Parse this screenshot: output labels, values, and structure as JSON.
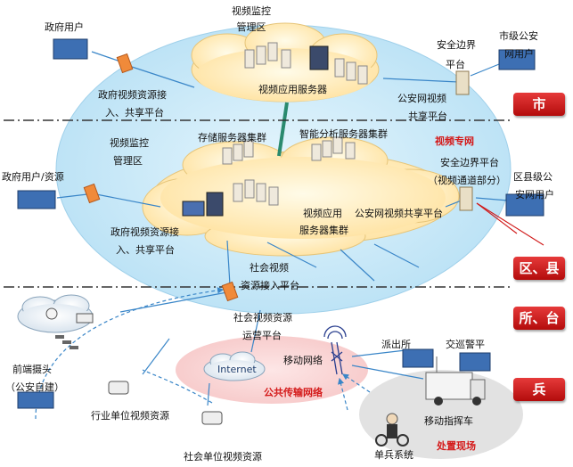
{
  "tiers": {
    "city": "市",
    "district": "区、县",
    "station": "所、台",
    "soldier": "兵"
  },
  "labels": {
    "gov_user_top": "政府用户",
    "video_mgmt_top_1": "视频监控",
    "video_mgmt_top_2": "管理区",
    "security_platform_top_1": "安全边界",
    "security_platform_top_2": "平台",
    "city_police_1": "市级公安",
    "city_police_2": "网用户",
    "gov_access_top_1": "政府视频资源接",
    "gov_access_top_2": "入、共享平台",
    "video_app_server": "视频应用服务器",
    "police_share_top_1": "公安网视频",
    "police_share_top_2": "共享平台",
    "video_private": "视频专网",
    "video_mgmt_mid_1": "视频监控",
    "video_mgmt_mid_2": "管理区",
    "storage_cluster": "存储服务器集群",
    "analysis_cluster": "智能分析服务器集群",
    "gov_user_resource": "政府用户/资源",
    "security_platform_mid_1": "安全边界平台",
    "security_platform_mid_2": "（视频通道部分）",
    "district_police_1": "区县级公",
    "district_police_2": "安网用户",
    "video_app_cluster_1": "视频应用",
    "video_app_cluster_2": "服务器集群",
    "police_share_mid": "公安网视频共享平台",
    "gov_access_mid_1": "政府视频资源接",
    "gov_access_mid_2": "入、共享平台",
    "social_access_1": "社会视频",
    "social_access_2": "资源接入平台",
    "social_ops_1": "社会视频资源",
    "social_ops_2": "运营平台",
    "front_camera_1": "前端摄头",
    "front_camera_2": "（公安自建）",
    "police_station": "派出所",
    "traffic_police": "交巡警平",
    "internet": "Internet",
    "mobile_network": "移动网络",
    "public_network": "公共传输网络",
    "industry_video": "行业单位视频资源",
    "command_vehicle": "移动指挥车",
    "soldier_system": "单兵系统",
    "scene": "处置现场",
    "social_unit_video": "社会单位视频资源"
  },
  "colors": {
    "cloud_fill": "#ffecb8",
    "ellipse_fill": "#c6e8f8",
    "tier_red": "#c81414",
    "firewall": "#f08a3a",
    "arrow_blue": "#3a86c8"
  }
}
